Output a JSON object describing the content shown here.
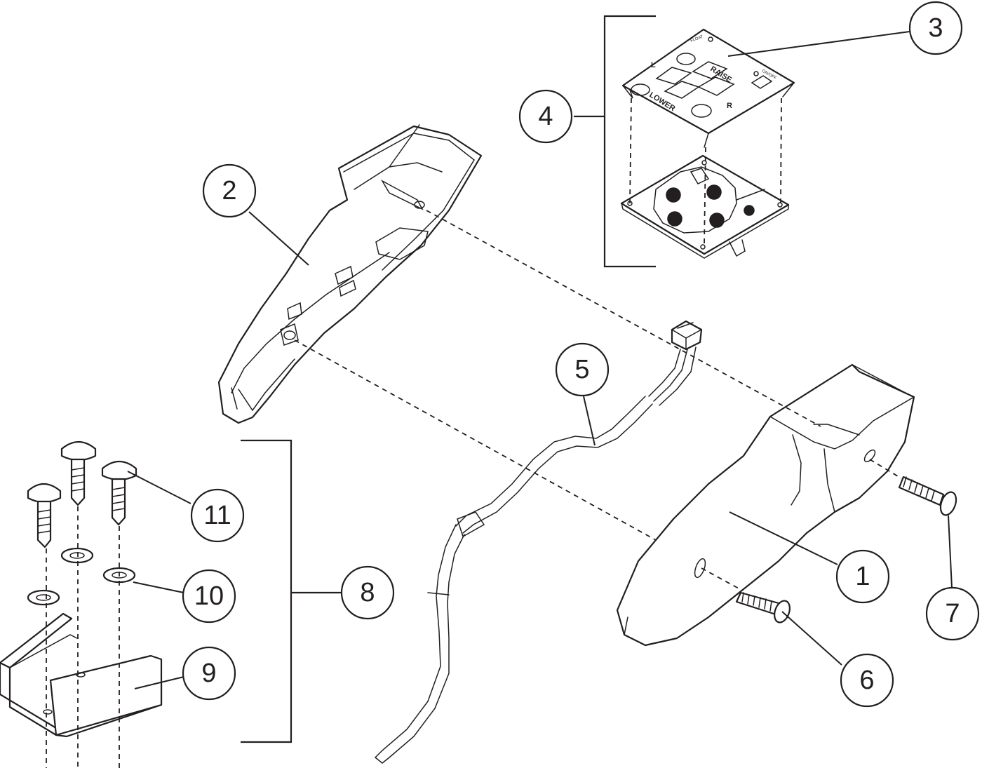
{
  "callouts": [
    {
      "id": "1",
      "label": "1"
    },
    {
      "id": "2",
      "label": "2"
    },
    {
      "id": "3",
      "label": "3"
    },
    {
      "id": "4",
      "label": "4"
    },
    {
      "id": "5",
      "label": "5"
    },
    {
      "id": "6",
      "label": "6"
    },
    {
      "id": "7",
      "label": "7"
    },
    {
      "id": "8",
      "label": "8"
    },
    {
      "id": "9",
      "label": "9"
    },
    {
      "id": "10",
      "label": "10"
    },
    {
      "id": "11",
      "label": "11"
    }
  ],
  "keypad": {
    "raise_label": "RAISE",
    "lower_label": "LOWER",
    "left_label": "L",
    "right_label": "R",
    "float_label": "FLOAT",
    "onoff_label": "ON/OFF"
  }
}
